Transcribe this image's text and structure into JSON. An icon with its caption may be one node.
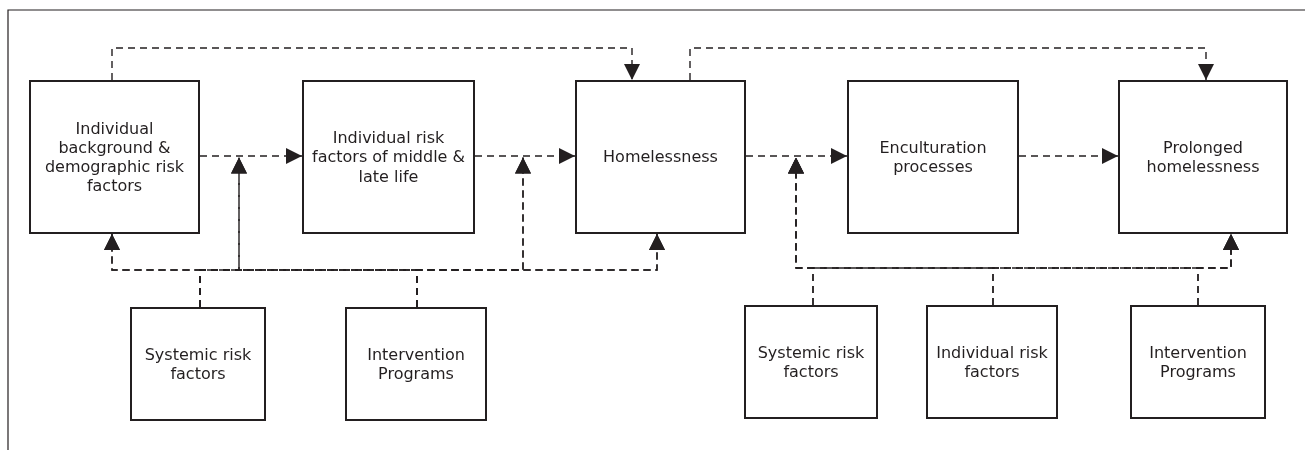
{
  "diagram": {
    "nodes": [
      {
        "text": [
          "Individual background & demographic risk factors"
        ]
      },
      {
        "text": [
          "Individual risk factors of middle & late life"
        ]
      },
      {
        "text": [
          "Homelessness"
        ]
      },
      {
        "text": [
          "Enculturation processes"
        ]
      },
      {
        "text": [
          "Prolonged homelessness"
        ]
      },
      {
        "text": [
          "Systemic risk factors"
        ]
      },
      {
        "text": [
          "Intervention Programs"
        ]
      },
      {
        "text": [
          "Systemic risk factors"
        ]
      },
      {
        "text": [
          "Individual risk factors"
        ]
      },
      {
        "text": [
          "Intervention Programs"
        ]
      }
    ],
    "edges": [
      {
        "from": 0,
        "to": 1,
        "arrow": "to",
        "style": "dashed"
      },
      {
        "from": 1,
        "to": 2,
        "arrow": "to",
        "style": "dashed"
      },
      {
        "from": 2,
        "to": 3,
        "arrow": "to",
        "style": "dashed"
      },
      {
        "from": 3,
        "to": 4,
        "arrow": "to",
        "style": "dashed"
      },
      {
        "from": 0,
        "to": 2,
        "arrow": "to",
        "style": "dashed"
      },
      {
        "from": 2,
        "to": 4,
        "arrow": "to",
        "style": "dashed"
      },
      {
        "from": 5,
        "to": 0,
        "arrow": "to",
        "style": "dashed"
      },
      {
        "from": 5,
        "to": null,
        "arrow": "to",
        "style": "dashed"
      },
      {
        "from": 5,
        "to": null,
        "arrow": "to",
        "style": "dashed"
      },
      {
        "from": 5,
        "to": 2,
        "arrow": "to",
        "style": "dashed"
      },
      {
        "from": 6,
        "to": 0,
        "arrow": "to",
        "style": "dashed"
      },
      {
        "from": 6,
        "to": null,
        "arrow": "to",
        "style": "dashed"
      },
      {
        "from": 6,
        "to": null,
        "arrow": "to",
        "style": "dashed"
      },
      {
        "from": 6,
        "to": 2,
        "arrow": "to",
        "style": "dashed"
      },
      {
        "from": 7,
        "to": null,
        "arrow": "to",
        "style": "dashed"
      },
      {
        "from": 7,
        "to": 4,
        "arrow": "to",
        "style": "dashed"
      },
      {
        "from": 8,
        "to": null,
        "arrow": "to",
        "style": "dashed"
      },
      {
        "from": 8,
        "to": 4,
        "arrow": "to",
        "style": "dashed"
      },
      {
        "from": 9,
        "to": null,
        "arrow": "to",
        "style": "dashed"
      },
      {
        "from": 9,
        "to": 4,
        "arrow": "to",
        "style": "dashed"
      }
    ]
  }
}
